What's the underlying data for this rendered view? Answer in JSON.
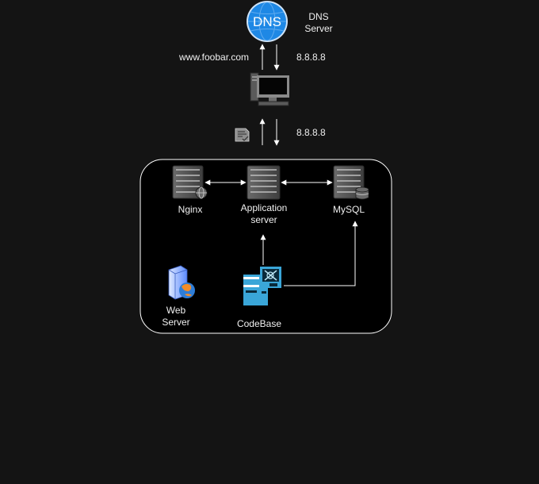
{
  "nodes": {
    "dns": {
      "icon_text": "DNS",
      "label_line1": "DNS",
      "label_line2": "Server"
    },
    "client": {
      "icon": "desktop-computer-icon"
    },
    "document": {
      "icon": "document-check-icon"
    },
    "nginx": {
      "label": "Nginx",
      "icon": "server-rack-globe-icon"
    },
    "app_server": {
      "label_line1": "Application",
      "label_line2": "server",
      "icon": "server-rack-icon"
    },
    "mysql": {
      "label": "MySQL",
      "icon": "server-rack-database-icon"
    },
    "web_server": {
      "label_line1": "Web",
      "label_line2": "Server",
      "icon": "web-server-icon"
    },
    "codebase": {
      "label": "CodeBase",
      "icon": "codebase-icon"
    }
  },
  "edges": {
    "client_to_dns": {
      "label": "www.foobar.com"
    },
    "dns_to_client": {
      "label": "8.8.8.8"
    },
    "cluster_to_client": {
      "label": "8.8.8.8"
    }
  },
  "colors": {
    "background": "#141414",
    "cluster_fill": "#000000",
    "cluster_border": "#ffffff",
    "dns_blue": "#1e88e5",
    "server_gray": "#555555",
    "codebase_blue": "#3aa6d8",
    "text": "#f0f0f0"
  }
}
